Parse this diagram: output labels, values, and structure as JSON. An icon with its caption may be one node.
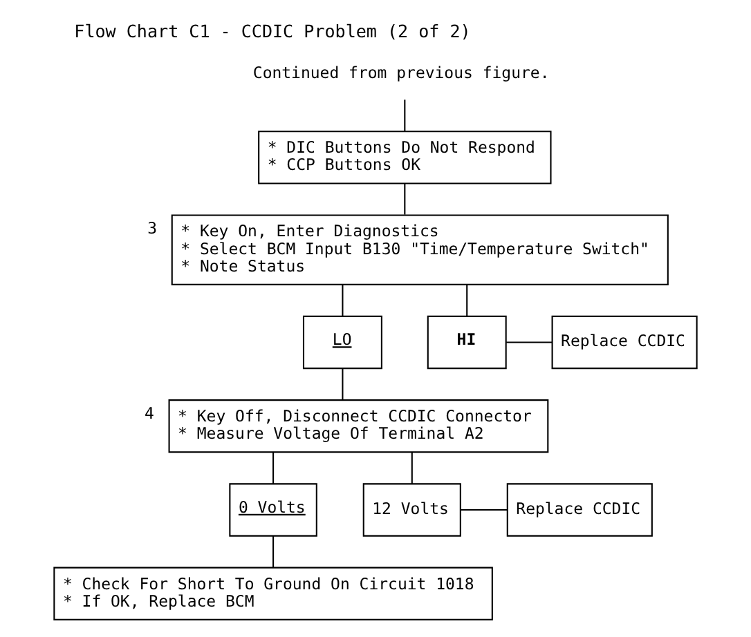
{
  "diagram": {
    "title": "Flow Chart C1 - CCDIC Problem (2 of 2)",
    "nodes": [
      {
        "text": [
          "Continued from previous figure."
        ]
      },
      {
        "text": [
          "* DIC Buttons Do Not Respond",
          "* CCP Buttons OK"
        ]
      },
      {
        "text": [
          "* Key On, Enter Diagnostics",
          "* Select BCM Input B130 \"Time/Temperature Switch\"",
          "* Note Status"
        ],
        "beside": [
          "3"
        ]
      },
      {
        "text": [
          "LO"
        ]
      },
      {
        "text": [
          "HI"
        ]
      },
      {
        "text": [
          "Replace CCDIC"
        ]
      },
      {
        "text": [
          "* Key Off, Disconnect CCDIC Connector",
          "* Measure Voltage Of Terminal A2"
        ],
        "beside": [
          "4"
        ]
      },
      {
        "text": [
          "0 Volts"
        ]
      },
      {
        "text": [
          "12 Volts"
        ]
      },
      {
        "text": [
          "Replace CCDIC"
        ]
      },
      {
        "text": [
          "* Check For Short To Ground On Circuit 1018",
          "* If OK, Replace BCM"
        ]
      }
    ],
    "edges": [
      {
        "from": 0,
        "to": 1,
        "arrow": "none"
      },
      {
        "from": 1,
        "to": 2,
        "arrow": "none"
      },
      {
        "from": 2,
        "to": 3,
        "arrow": "none"
      },
      {
        "from": 2,
        "to": 4,
        "arrow": "none"
      },
      {
        "from": 4,
        "to": 5,
        "arrow": "none"
      },
      {
        "from": 3,
        "to": 6,
        "arrow": "none"
      },
      {
        "from": 6,
        "to": 7,
        "arrow": "none"
      },
      {
        "from": 6,
        "to": 8,
        "arrow": "none"
      },
      {
        "from": 8,
        "to": 9,
        "arrow": "none"
      },
      {
        "from": 7,
        "to": 10,
        "arrow": "none"
      }
    ]
  }
}
